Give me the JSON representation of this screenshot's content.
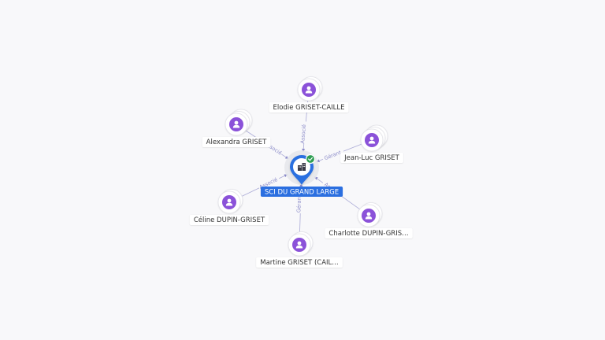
{
  "center": {
    "name": "SCI DU GRAND LARGE",
    "icon": "building-icon",
    "status_icon": "check-icon",
    "color": "#2b6fe0",
    "status_color": "#2e9e52"
  },
  "person_color": "#8b52d9",
  "edge_color": "#8a8ac8",
  "people": [
    {
      "id": "elodie",
      "name": "Elodie GRISET-CAILLE",
      "edge_label": "Associé"
    },
    {
      "id": "alexandra",
      "name": "Alexandra GRISET",
      "edge_label": "Associé"
    },
    {
      "id": "jeanluc",
      "name": "Jean-Luc GRISET",
      "edge_label": "Gérant"
    },
    {
      "id": "celine",
      "name": "Céline DUPIN-GRISET",
      "edge_label": "Associé"
    },
    {
      "id": "charlotte",
      "name": "Charlotte DUPIN-GRIS…",
      "edge_label": "Associé"
    },
    {
      "id": "martine",
      "name": "Martine GRISET (CAIL…",
      "edge_label": "Gérant"
    }
  ]
}
